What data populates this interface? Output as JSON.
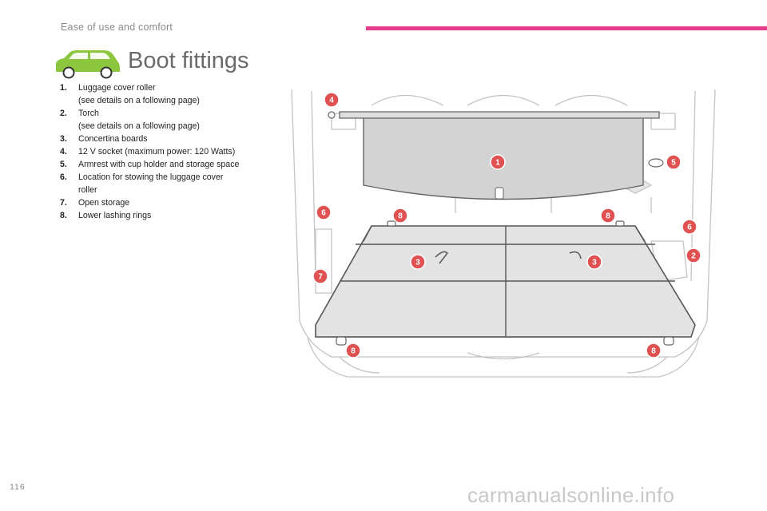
{
  "header": {
    "section_title": "Ease of use and comfort",
    "accent_color": "#e63c8d"
  },
  "heading": {
    "title": "Boot fittings",
    "icon": "car-icon",
    "icon_color": "#8cc63f"
  },
  "legend": [
    {
      "num": "1.",
      "text": "Luggage cover roller\n(see details on a following page)"
    },
    {
      "num": "2.",
      "text": "Torch\n(see details on a following page)"
    },
    {
      "num": "3.",
      "text": "Concertina boards"
    },
    {
      "num": "4.",
      "text": "12 V socket (maximum power: 120 Watts)"
    },
    {
      "num": "5.",
      "text": "Armrest with cup holder and storage space"
    },
    {
      "num": "6.",
      "text": "Location for stowing the luggage cover\nroller"
    },
    {
      "num": "7.",
      "text": "Open storage"
    },
    {
      "num": "8.",
      "text": "Lower lashing rings"
    }
  ],
  "diagram": {
    "marker_color": "#e05252",
    "markers": [
      "1",
      "2",
      "3",
      "3",
      "4",
      "5",
      "6",
      "6",
      "7",
      "8",
      "8",
      "8",
      "8"
    ]
  },
  "footer": {
    "page_number": "116",
    "watermark": "carmanualsonline.info"
  }
}
